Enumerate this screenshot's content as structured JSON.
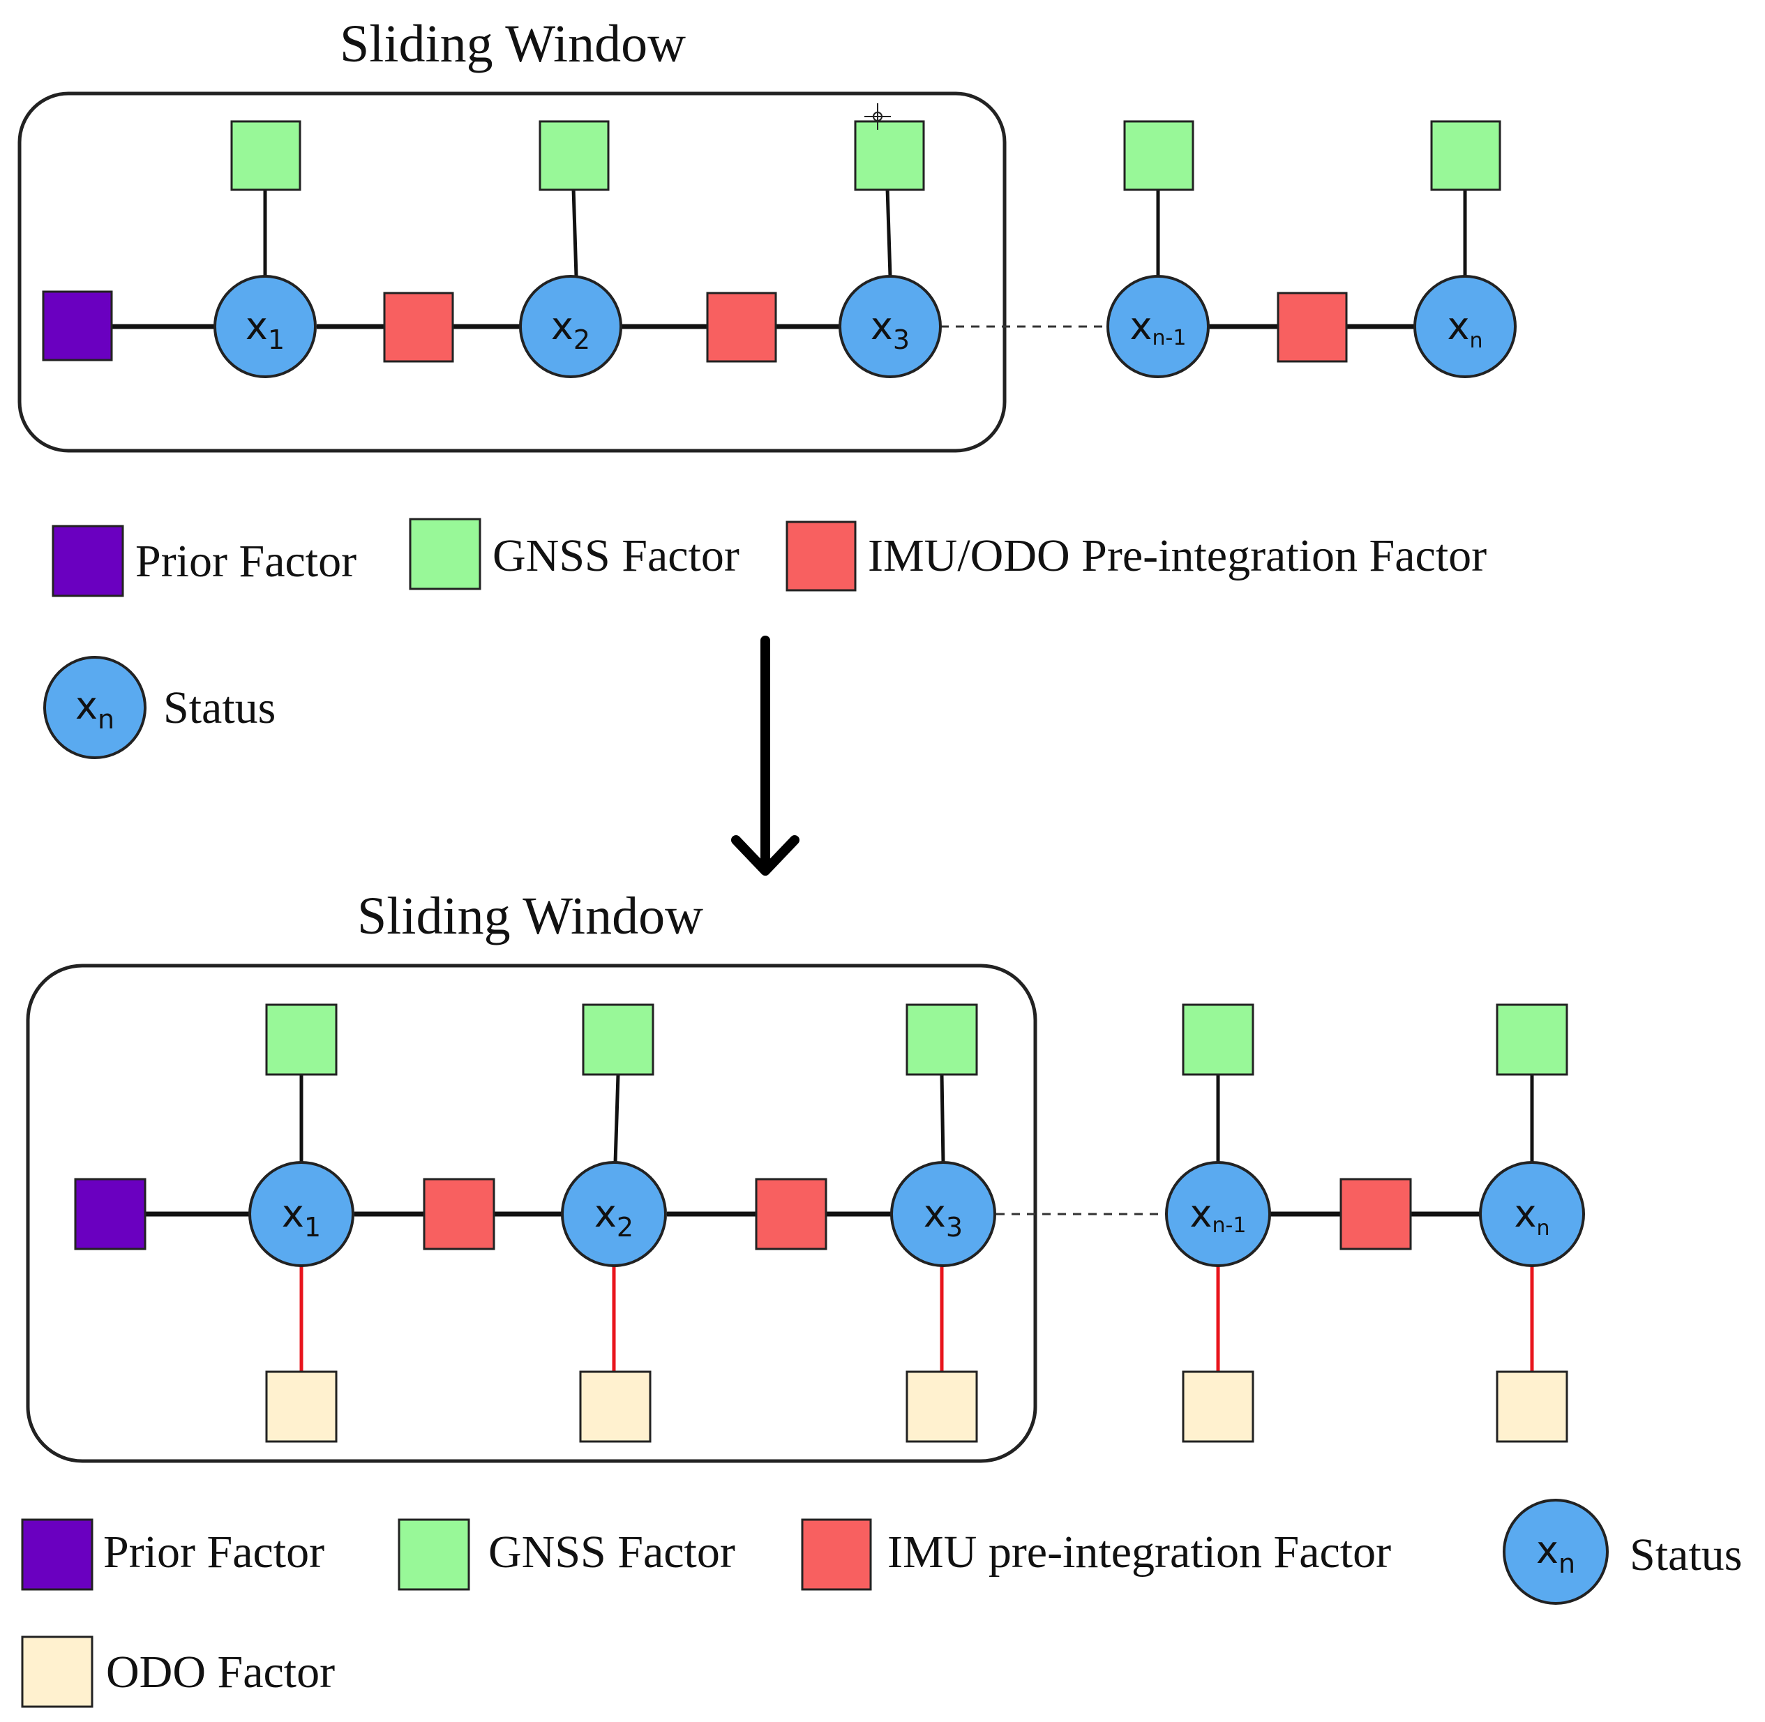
{
  "colors": {
    "prior": "#6a00c0",
    "gnss": "#98f898",
    "imu": "#f86060",
    "odo": "#fff1cf",
    "status": "#5aaaf0"
  },
  "top": {
    "title": "Sliding Window",
    "nodes": [
      {
        "base": "x",
        "sub": "1"
      },
      {
        "base": "x",
        "sub": "2"
      },
      {
        "base": "x",
        "sub": "3"
      },
      {
        "base": "x",
        "sub": "n-1"
      },
      {
        "base": "x",
        "sub": "n"
      }
    ],
    "legend": {
      "prior": "Prior Factor",
      "gnss": "GNSS Factor",
      "imu": "IMU/ODO Pre-integration Factor",
      "status": "Status",
      "status_node": {
        "base": "x",
        "sub": "n"
      }
    }
  },
  "bottom": {
    "title": "Sliding Window",
    "nodes": [
      {
        "base": "x",
        "sub": "1"
      },
      {
        "base": "x",
        "sub": "2"
      },
      {
        "base": "x",
        "sub": "3"
      },
      {
        "base": "x",
        "sub": "n-1"
      },
      {
        "base": "x",
        "sub": "n"
      }
    ],
    "legend": {
      "prior": "Prior Factor",
      "gnss": "GNSS Factor",
      "imu": "IMU pre-integration Factor",
      "status": "Status",
      "status_node": {
        "base": "x",
        "sub": "n"
      },
      "odo": "ODO Factor"
    }
  }
}
